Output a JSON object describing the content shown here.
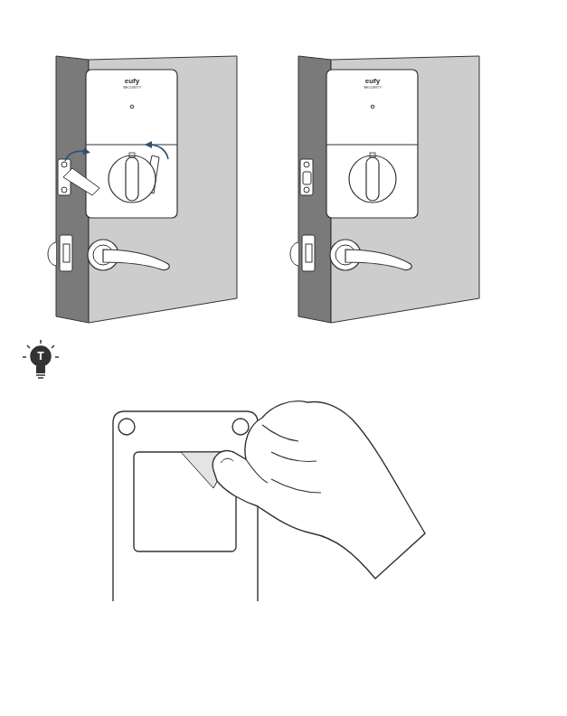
{
  "diagram": {
    "labels": [
      "eufy",
      "SECURITY",
      "eufy",
      "SECURITY",
      "T"
    ]
  }
}
